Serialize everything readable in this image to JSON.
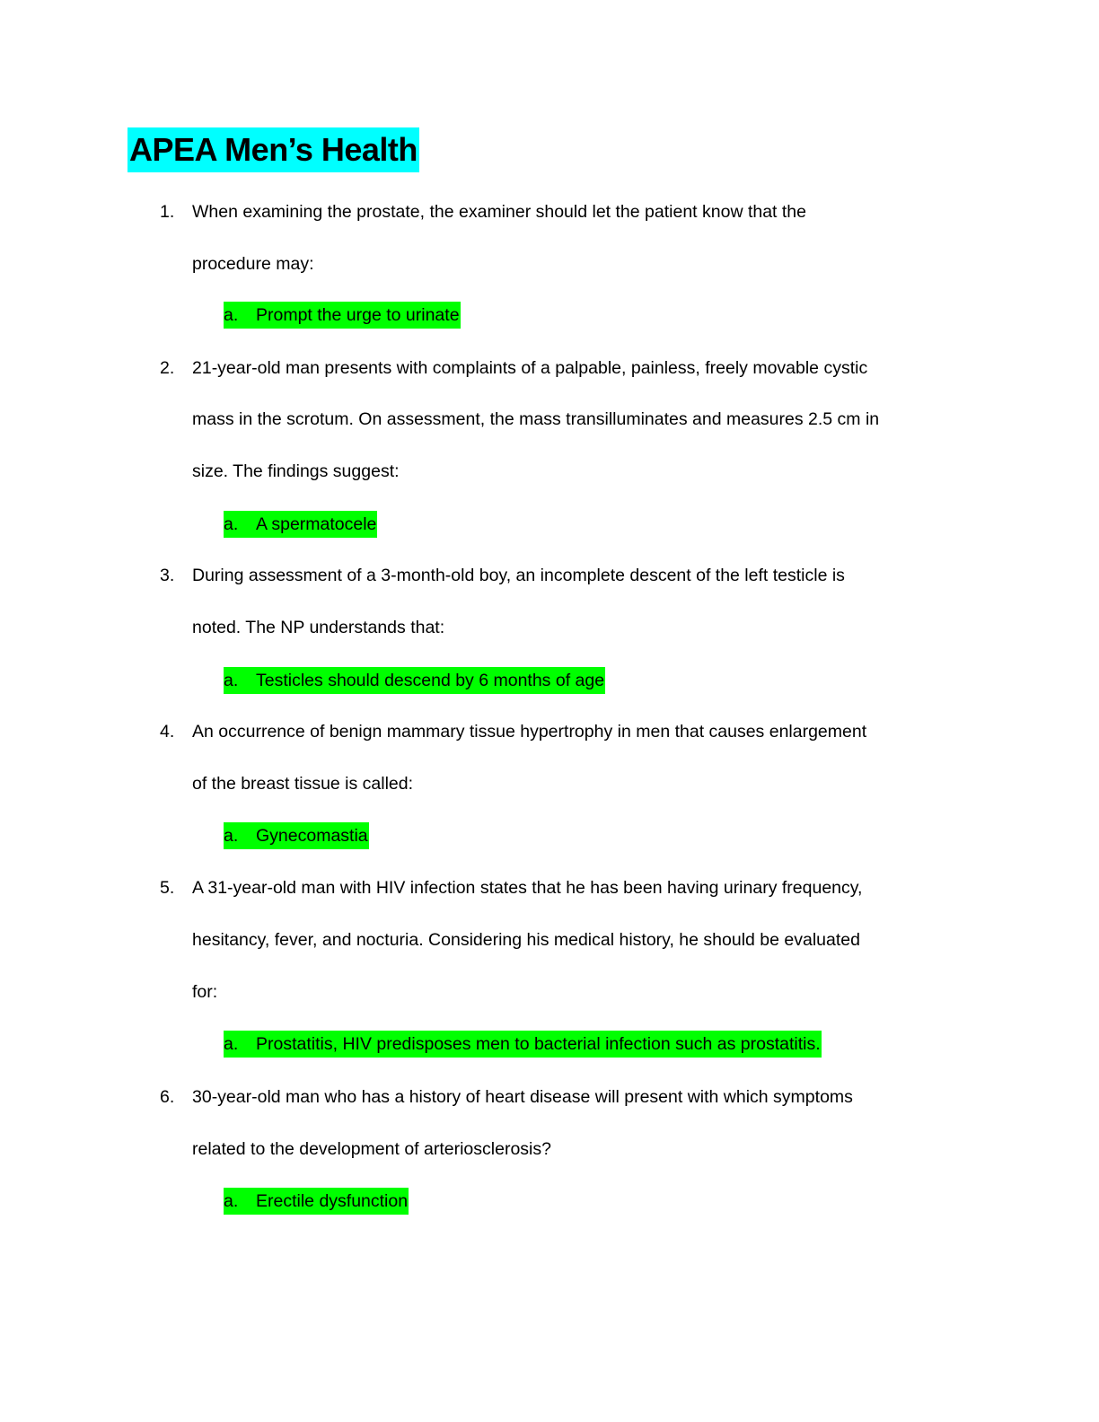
{
  "document": {
    "title": "APEA Men’s Health",
    "highlight_colors": {
      "title": "#00ffff",
      "answer": "#00ff00"
    },
    "questions": [
      {
        "number": "1.",
        "lines": [
          "When examining the prostate, the examiner should let the patient know that the",
          "procedure may:"
        ],
        "answer_letter": "a.",
        "answer_text": "Prompt the urge to urinate"
      },
      {
        "number": "2.",
        "lines": [
          "21-year-old man presents with complaints of a palpable, painless, freely movable cystic",
          "mass in the scrotum. On assessment, the mass transilluminates and measures 2.5 cm in",
          "size. The findings suggest:"
        ],
        "answer_letter": "a.",
        "answer_text": "A spermatocele"
      },
      {
        "number": "3.",
        "lines": [
          "During assessment of a 3-month-old boy, an incomplete descent of the left testicle is",
          "noted. The NP understands that:"
        ],
        "answer_letter": "a.",
        "answer_text": "Testicles should descend by 6 months of age"
      },
      {
        "number": "4.",
        "lines": [
          "An occurrence of benign mammary tissue hypertrophy in men that causes enlargement",
          "of the breast tissue is called:"
        ],
        "answer_letter": "a.",
        "answer_text": "Gynecomastia"
      },
      {
        "number": "5.",
        "lines": [
          "A 31-year-old man with HIV infection states that he has been having urinary frequency,",
          "hesitancy, fever, and nocturia. Considering his medical history, he should be evaluated",
          "for:"
        ],
        "answer_letter": "a.",
        "answer_text": "Prostatitis, HIV predisposes men to bacterial infection such as prostatitis."
      },
      {
        "number": "6.",
        "lines": [
          "30-year-old man who has a history of heart disease will present with which symptoms",
          "related to the development of arteriosclerosis?"
        ],
        "answer_letter": "a.",
        "answer_text": "Erectile dysfunction"
      }
    ]
  }
}
